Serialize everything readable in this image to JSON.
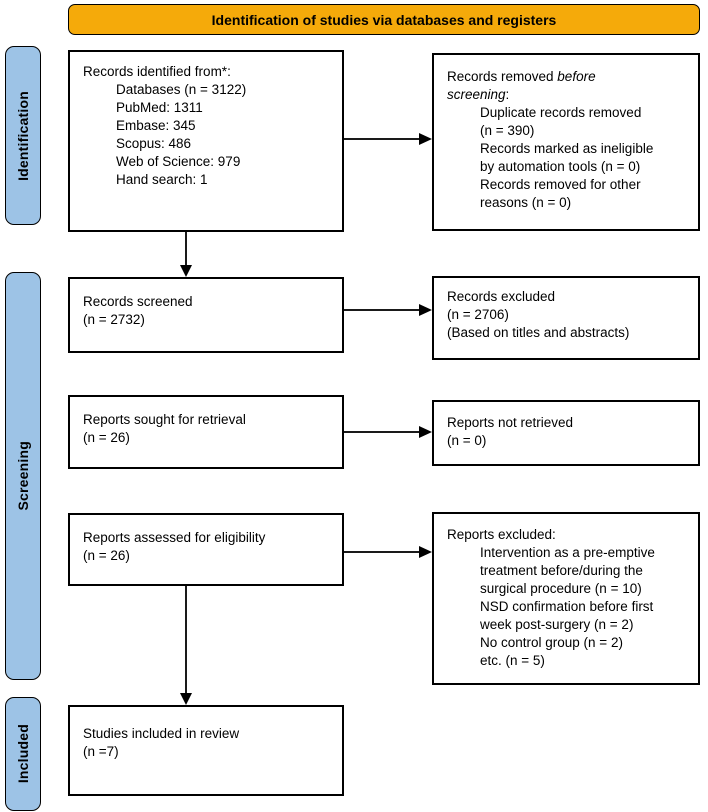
{
  "banner": {
    "label": "Identification of studies via databases and registers"
  },
  "colors": {
    "banner_bg": "#F5AA0A",
    "stage_bg": "#9DC3E6",
    "border": "#000000"
  },
  "stages": [
    {
      "label": "Identification"
    },
    {
      "label": "Screening"
    },
    {
      "label": "Included"
    }
  ],
  "boxes": {
    "identified": {
      "title": "Records identified from*:",
      "items": [
        "Databases (n = 3122)",
        "PubMed: 1311",
        "Embase: 345",
        "Scopus: 486",
        "Web of Science: 979",
        "Hand search: 1"
      ]
    },
    "removed": {
      "title_l1_normal": "Records removed ",
      "title_l1_italic": "before",
      "title_l2_italic": "screening",
      "title_l2_suffix": ":",
      "items": [
        [
          "Duplicate records removed",
          "(n = 390)"
        ],
        [
          "Records marked as ineligible",
          "by automation tools (n = 0)"
        ],
        [
          "Records removed for other",
          "reasons (n = 0)"
        ]
      ]
    },
    "screened": {
      "lines": [
        "Records screened",
        "(n = 2732)"
      ]
    },
    "records_excluded": {
      "lines": [
        "Records excluded",
        "(n = 2706)",
        "(Based on titles and abstracts)"
      ]
    },
    "sought": {
      "lines": [
        "Reports sought for retrieval",
        "(n = 26)"
      ]
    },
    "not_retrieved": {
      "lines": [
        "Reports not retrieved",
        "(n = 0)"
      ]
    },
    "assessed": {
      "lines": [
        "Reports assessed for eligibility",
        "(n = 26)"
      ]
    },
    "reports_excluded": {
      "title": "Reports excluded:",
      "items": [
        [
          "Intervention as a pre-emptive",
          "treatment before/during the",
          "surgical procedure (n = 10)"
        ],
        [
          "NSD confirmation before first",
          "week post-surgery (n = 2)"
        ],
        [
          "No control group (n = 2)"
        ],
        [
          "etc. (n = 5)"
        ]
      ]
    },
    "included": {
      "lines": [
        "Studies included in review",
        "(n =7)"
      ]
    }
  }
}
